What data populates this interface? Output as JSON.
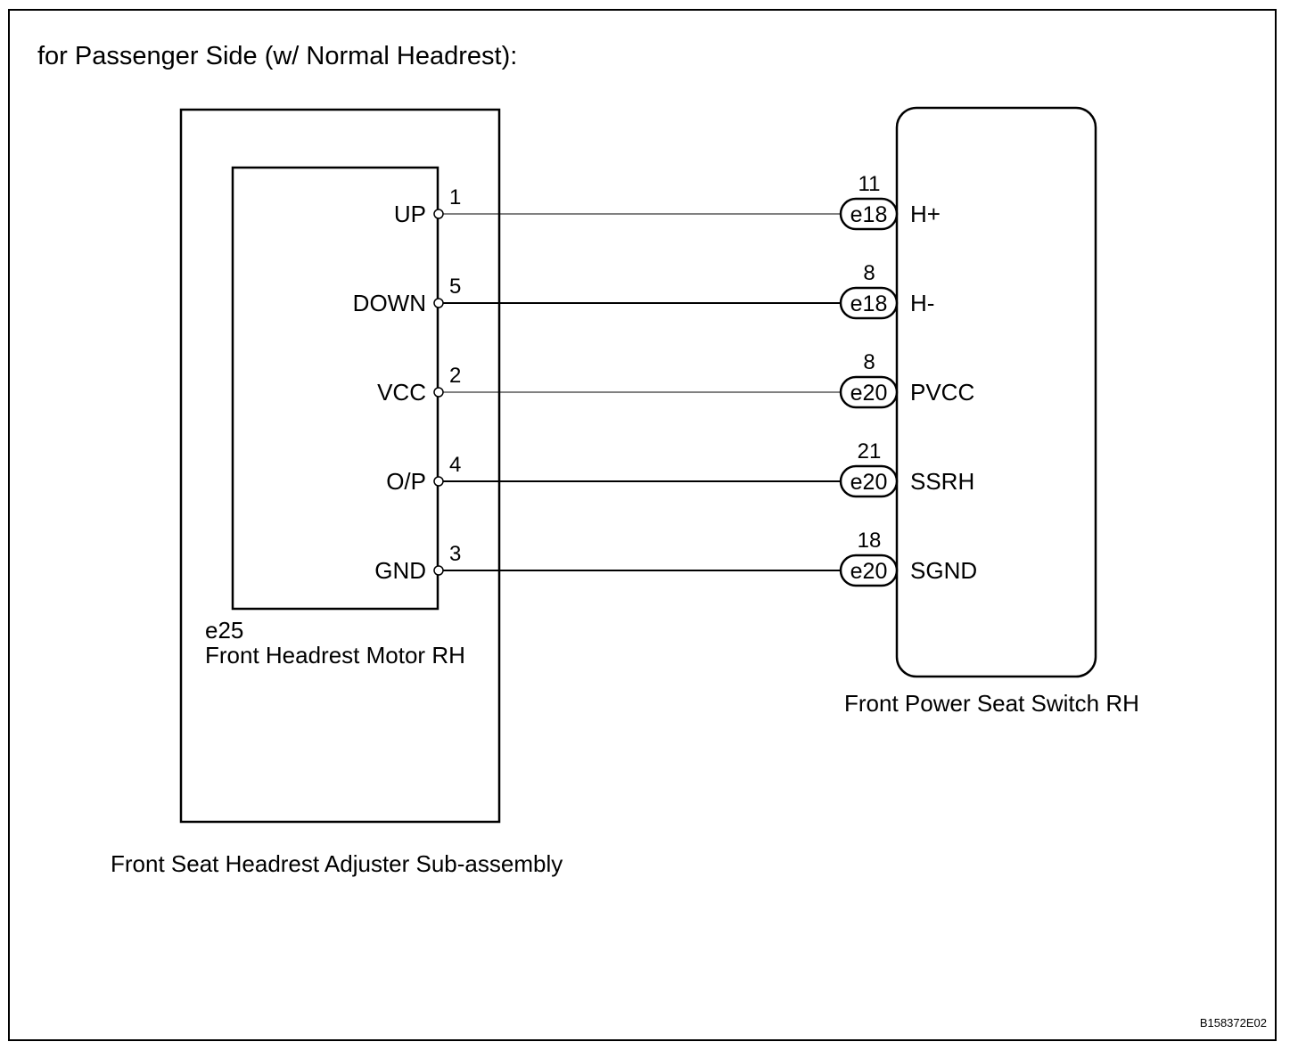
{
  "title": "for Passenger Side (w/ Normal Headrest):",
  "figure_code": "B158372E02",
  "left_assembly": {
    "name": "Front Seat Headrest Adjuster Sub-assembly",
    "motor": {
      "connector": "e25",
      "name": "Front Headrest Motor RH"
    }
  },
  "right_component": {
    "name": "Front Power Seat Switch RH"
  },
  "wires": [
    {
      "motor_terminal": "UP",
      "motor_pin": "1",
      "connector": "e18",
      "switch_pin": "11",
      "switch_terminal": "H+"
    },
    {
      "motor_terminal": "DOWN",
      "motor_pin": "5",
      "connector": "e18",
      "switch_pin": "8",
      "switch_terminal": "H-"
    },
    {
      "motor_terminal": "VCC",
      "motor_pin": "2",
      "connector": "e20",
      "switch_pin": "8",
      "switch_terminal": "PVCC"
    },
    {
      "motor_terminal": "O/P",
      "motor_pin": "4",
      "connector": "e20",
      "switch_pin": "21",
      "switch_terminal": "SSRH"
    },
    {
      "motor_terminal": "GND",
      "motor_pin": "3",
      "connector": "e20",
      "switch_pin": "18",
      "switch_terminal": "SGND"
    }
  ]
}
